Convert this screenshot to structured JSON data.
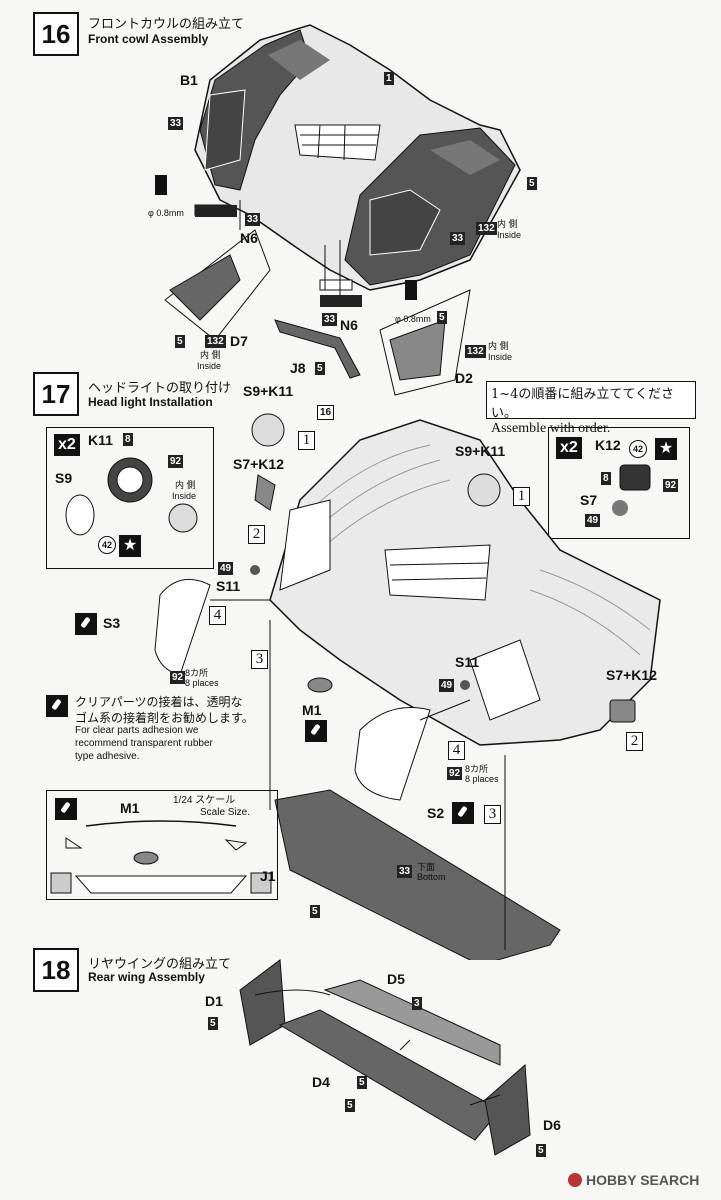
{
  "step16": {
    "number": "16",
    "title_jp": "フロントカウルの組み立て",
    "title_en": "Front cowl Assembly",
    "labels": {
      "b1": "B1",
      "n6a": "N6",
      "n6b": "N6",
      "d7": "D7",
      "j8": "J8",
      "d2": "D2",
      "p1": "1",
      "p5a": "5",
      "p5b": "5",
      "p5c": "5",
      "p5d": "5",
      "p33a": "33",
      "p33b": "33",
      "p33c": "33",
      "p33d": "33",
      "p132a": "132",
      "p132b": "132",
      "p132c": "132",
      "drill_a": "φ 0.8mm",
      "drill_b": "φ 0.8mm",
      "inside_jp_a": "内 側",
      "inside_en_a": "Inside",
      "inside_jp_b": "内 側",
      "inside_en_b": "Inside",
      "inside_jp_c": "内 側",
      "inside_en_c": "Inside"
    }
  },
  "step17": {
    "number": "17",
    "title_jp": "ヘッドライトの取り付け",
    "title_en": "Head light Installation",
    "order_jp": "1~4の順番に組み立ててください。",
    "order_en": "Assemble with order.",
    "labels": {
      "s9k11a": "S9+K11",
      "s9k11b": "S9+K11",
      "s7k12a": "S7+K12",
      "s7k12b": "S7+K12",
      "k11": "K11",
      "k12": "K12",
      "s9": "S9",
      "s7": "S7",
      "s11a": "S11",
      "s11b": "S11",
      "s3": "S3",
      "s2": "S2",
      "m1a": "M1",
      "m1b": "M1",
      "j1": "J1",
      "x2a": "x2",
      "x2b": "x2",
      "c42a": "42",
      "c42b": "42",
      "star": "★",
      "p8a": "8",
      "p8b": "8",
      "p92a": "92",
      "p92b": "92",
      "p92c": "92",
      "p92d": "92",
      "p49a": "49",
      "p49b": "49",
      "p49c": "49",
      "p33": "33",
      "p5": "5",
      "p16": "16",
      "n1a": "1",
      "n1b": "1",
      "n2a": "2",
      "n2b": "2",
      "n3a": "3",
      "n3b": "3",
      "n4a": "4",
      "n4b": "4",
      "inside_jp": "内 側",
      "inside_en": "Inside",
      "places_jp_a": "8カ所",
      "places_en_a": "8 places",
      "places_jp_b": "8カ所",
      "places_en_b": "8 places",
      "bottom_jp": "下面",
      "bottom_en": "Bottom",
      "scale_jp": "1/24 スケール",
      "scale_en": "Scale Size.",
      "note_jp_1": "クリアパーツの接着は、透明な",
      "note_jp_2": "ゴム系の接着剤をお勧めします。",
      "note_en_1": "For clear parts adhesion we",
      "note_en_2": "recommend transparent rubber",
      "note_en_3": "type adhesive."
    }
  },
  "step18": {
    "number": "18",
    "title_jp": "リヤウイングの組み立て",
    "title_en": "Rear wing Assembly",
    "labels": {
      "d1": "D1",
      "d5": "D5",
      "d4": "D4",
      "d6": "D6",
      "p3": "3",
      "p5a": "5",
      "p5b": "5",
      "p5c": "5",
      "p5d": "5"
    }
  },
  "watermark": "HOBBY SEARCH"
}
